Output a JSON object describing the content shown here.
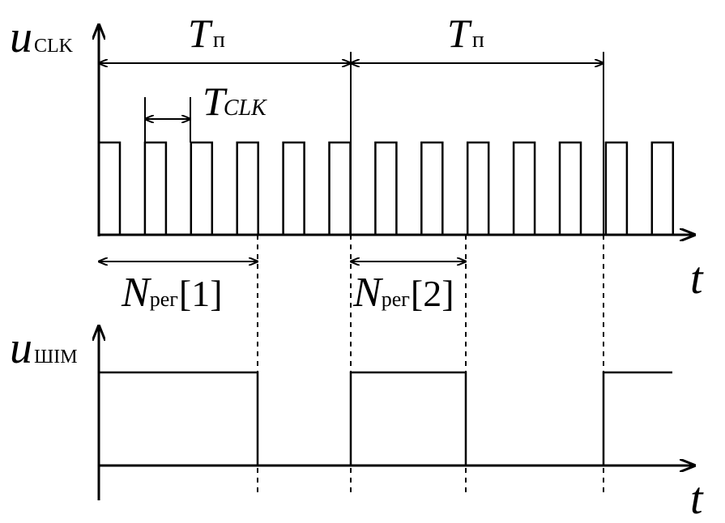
{
  "clk_signal": {
    "label_main": "u",
    "label_sub": "CLK",
    "axis_label": "t",
    "periods": [
      {
        "main": "T",
        "sub": "п"
      },
      {
        "main": "T",
        "sub": "п"
      }
    ],
    "clock_period": {
      "main": "T",
      "sub": "CLK"
    },
    "pulse_count": 13
  },
  "counters": [
    {
      "main": "N",
      "sub": "рег",
      "suffix": "[1]"
    },
    {
      "main": "N",
      "sub": "рег",
      "suffix": "[2]"
    }
  ],
  "pwm_signal": {
    "label_main": "u",
    "label_sub": "ШІМ",
    "axis_label": "t"
  },
  "colors": {
    "stroke": "#000000",
    "background": "#ffffff"
  }
}
